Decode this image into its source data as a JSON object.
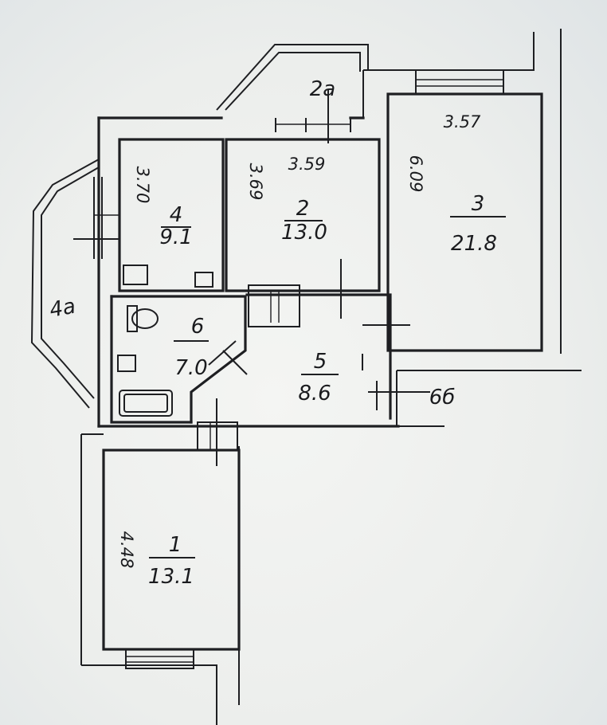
{
  "rooms": [
    {
      "id": "1",
      "number": "1",
      "area": "13.1"
    },
    {
      "id": "2",
      "number": "2",
      "area": "13.0"
    },
    {
      "id": "3",
      "number": "3",
      "area": "21.8"
    },
    {
      "id": "4",
      "number": "4",
      "area": "9.1"
    },
    {
      "id": "5",
      "number": "5",
      "area": "8.6"
    },
    {
      "id": "6",
      "number": "6",
      "area": "7.0"
    }
  ],
  "balconies": {
    "b2a": "2а",
    "b4a": "4а",
    "b6b": "6б"
  },
  "dimensions": {
    "room1_side": "4.48",
    "room2_top": "3.59",
    "room2_side": "3.69",
    "room3_top": "3.57",
    "room3_side": "6.09",
    "room4_side": "3.70"
  }
}
